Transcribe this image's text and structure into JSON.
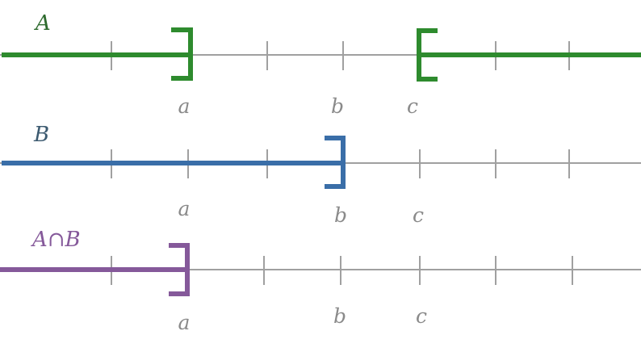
{
  "colors": {
    "axis": "#a0a0a0",
    "tick": "#a0a0a0",
    "point_label": "#8a8a8a"
  },
  "lines": [
    {
      "label": "A",
      "color": "#2e8b2e",
      "label_color": "#2e6b2e",
      "points": [
        "a",
        "b",
        "c"
      ],
      "sets": "(-∞, a] ∪ [c, +∞)"
    },
    {
      "label": "B",
      "color": "#3a6ea8",
      "label_color": "#3c5a70",
      "points": [
        "a",
        "b",
        "c"
      ],
      "sets": "(-∞, b]"
    },
    {
      "label": "A∩B",
      "color": "#85599a",
      "label_color": "#85599a",
      "points": [
        "a",
        "b",
        "c"
      ],
      "sets": "(-∞, a]"
    }
  ]
}
